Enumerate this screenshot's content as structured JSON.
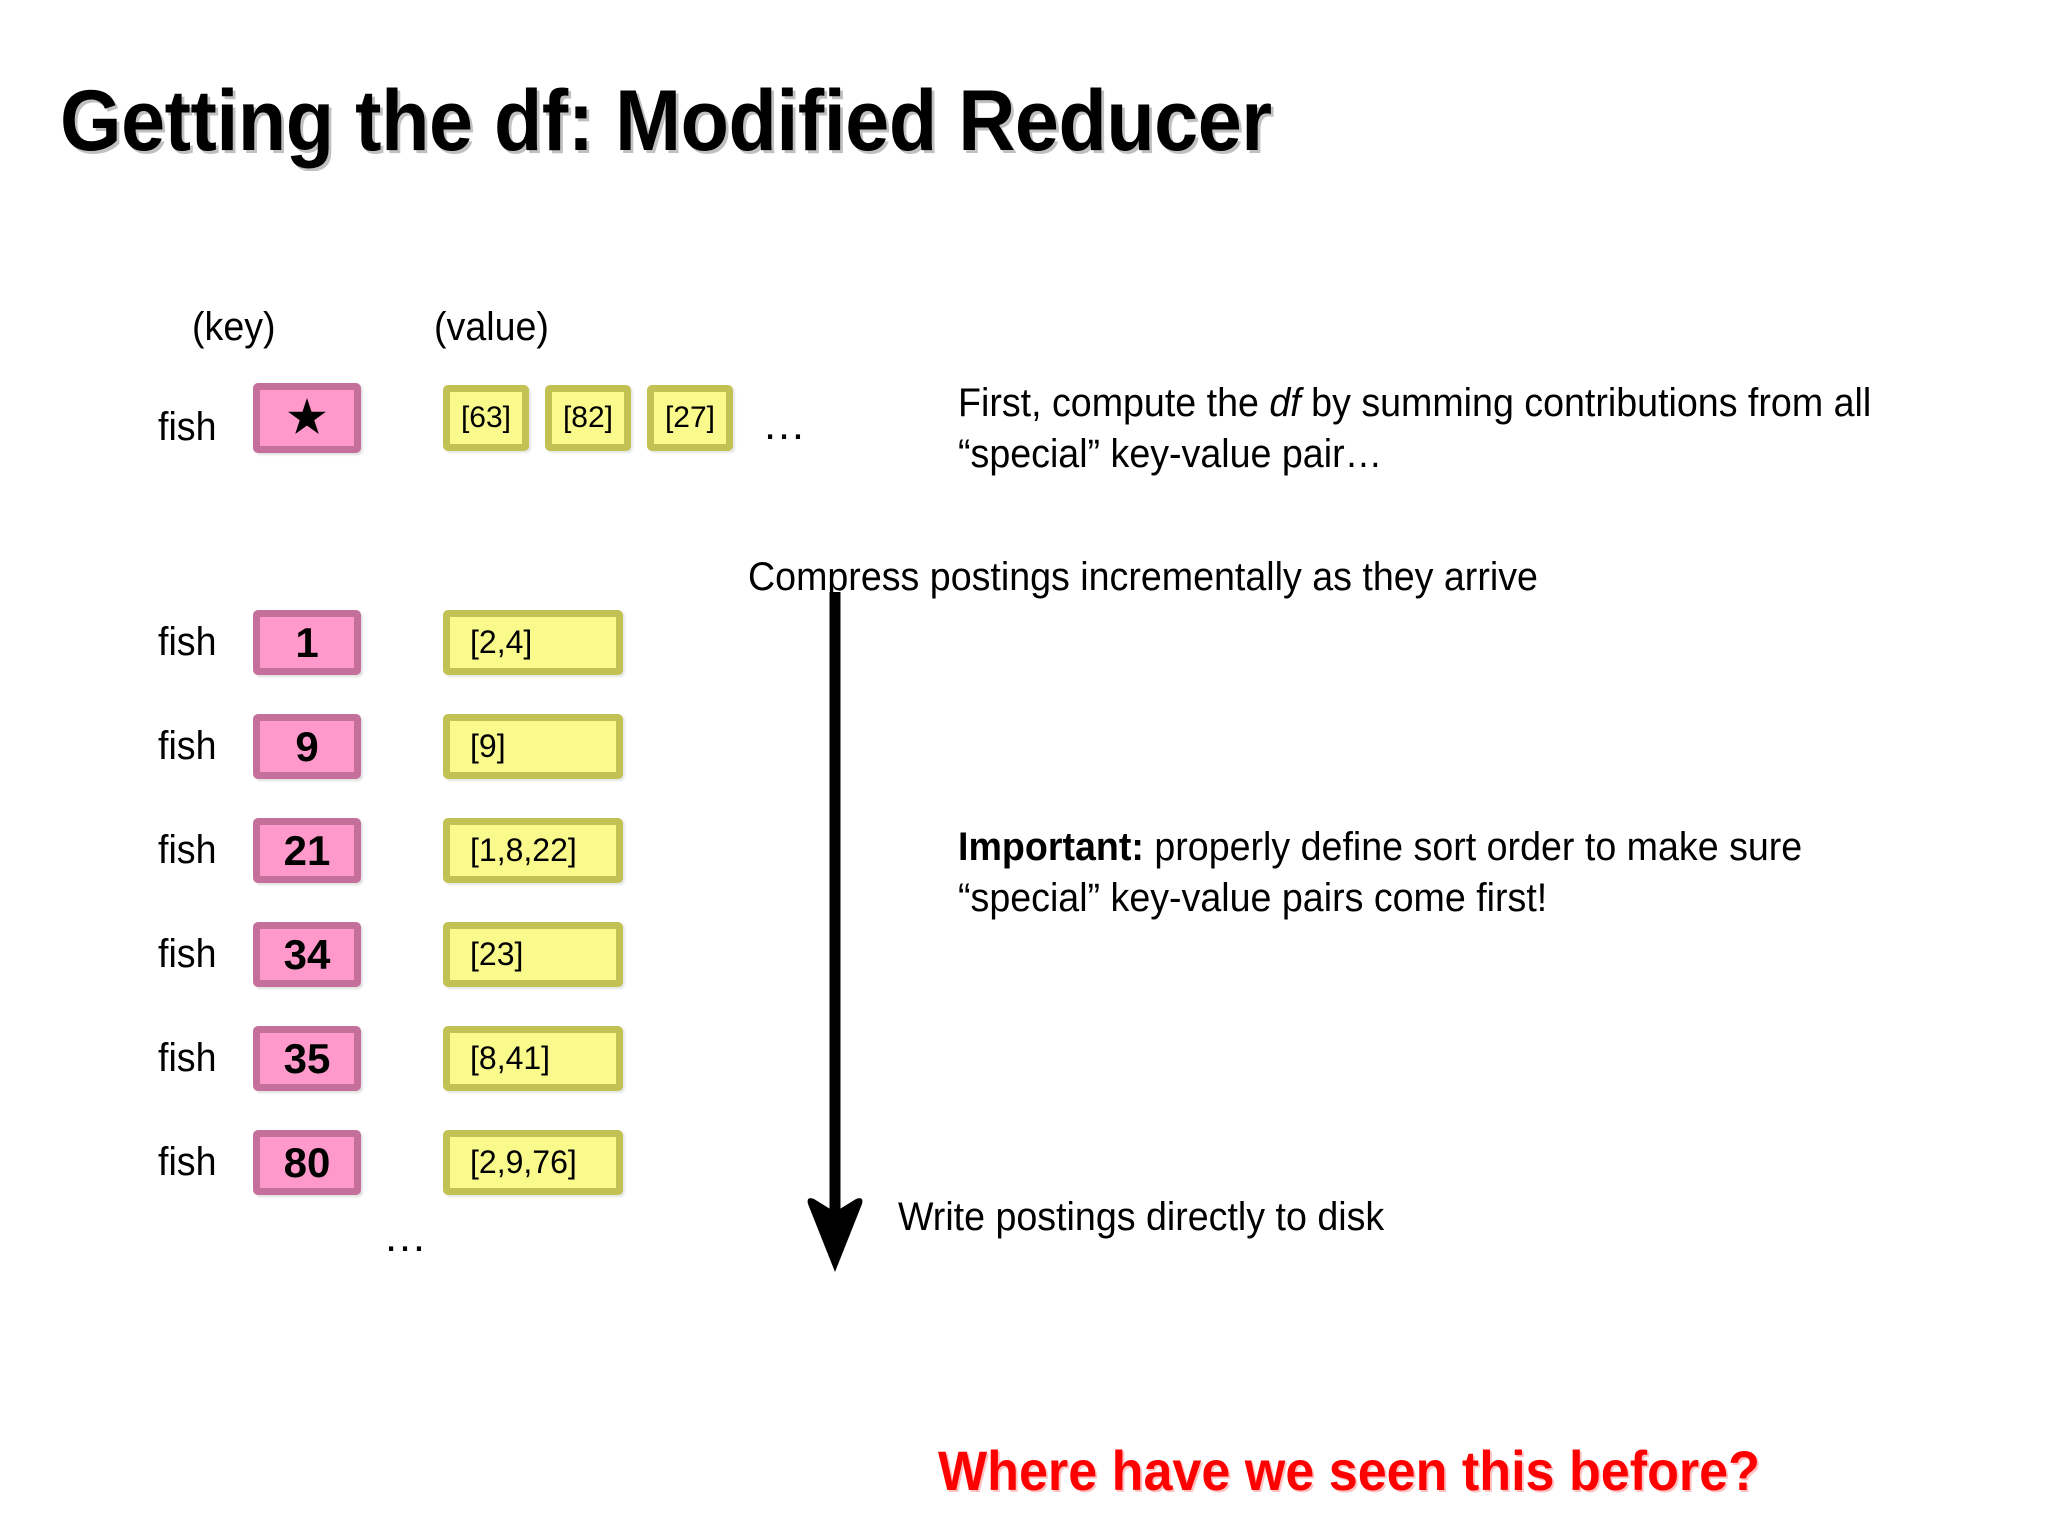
{
  "slide": {
    "title": "Getting the df: Modified Reducer",
    "background_color": "#FFFFFF"
  },
  "columns": {
    "key_caption": "(key)",
    "value_caption": "(value)"
  },
  "colors": {
    "key_box_fill": "#FF99CC",
    "key_box_border": "#C4709B",
    "value_box_fill": "#FAFA8C",
    "value_box_border": "#C2C254",
    "punchline": "#FF0000",
    "text": "#000000"
  },
  "special_row": {
    "key_term": "fish",
    "key_marker": "★",
    "key_marker_name": "star",
    "values": [
      "[63]",
      "[82]",
      "[27]"
    ],
    "trailing_ellipsis": "…"
  },
  "posting_rows": [
    {
      "key_term": "fish",
      "key_docid": "1",
      "value": "[2,4]"
    },
    {
      "key_term": "fish",
      "key_docid": "9",
      "value": "[9]"
    },
    {
      "key_term": "fish",
      "key_docid": "21",
      "value": "[1,8,22]"
    },
    {
      "key_term": "fish",
      "key_docid": "34",
      "value": "[23]"
    },
    {
      "key_term": "fish",
      "key_docid": "35",
      "value": "[8,41]"
    },
    {
      "key_term": "fish",
      "key_docid": "80",
      "value": "[2,9,76]"
    }
  ],
  "list_ellipsis": "…",
  "notes": {
    "df_note_part1": "First, compute the ",
    "df_note_emphasis": "df",
    "df_note_part2": " by summing contributions from all “special” key-value pair…",
    "compress_note": "Compress postings incrementally as they arrive",
    "important_label": "Important:",
    "important_body": " properly define sort order to make sure “special” key-value pairs come first!",
    "write_note": "Write postings directly to disk"
  },
  "arrow": {
    "name": "downward-flow-arrow",
    "direction": "down"
  },
  "punchline": "Where have we seen this before?"
}
